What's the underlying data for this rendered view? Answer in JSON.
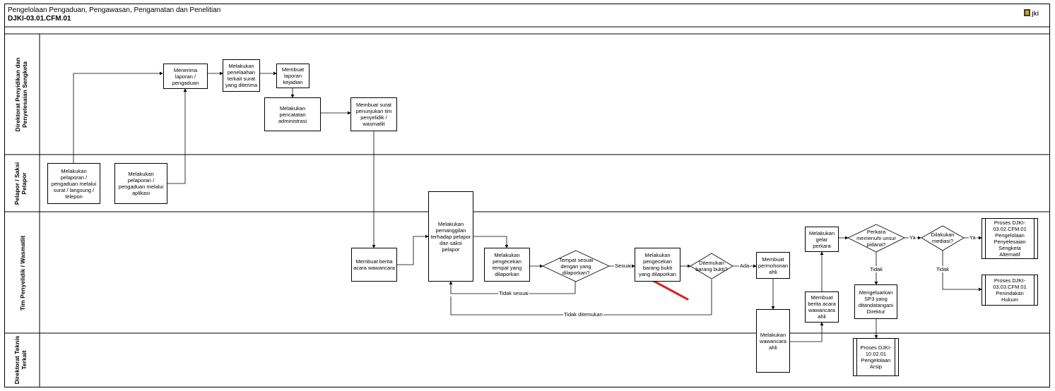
{
  "header": {
    "title": "Pengelolaan Pengaduan, Pengawasan, Pengamatan dan Penelitian",
    "code": "DJKI-03.01.CFM.01"
  },
  "lanes": [
    "Direktorat Penyidikan dan Penyelesaian Sengketa",
    "Pelapor / Saksi Pelapor",
    "Tim Penyelidik / Wasmatlit",
    "Direktorat Teknis Terkait"
  ],
  "steps": {
    "lapor_surat": "Melakukan pelaporan / pengaduan melalui surat / langsung / telepon",
    "lapor_aplikasi": "Melakukan pelaporan / pengaduan melalui aplikasi",
    "menerima": "Menerima laporan / pengaduan",
    "penelaahan": "Melakukan penelaahan terkait surat yang diterima",
    "laporan_kejadian": "Membuat laporan kejadian",
    "pencatatan": "Melakukan pencatatan administrasi",
    "surat_penunjukan": "Membuat surat penunjukan tim penyelidik / wasmatlit",
    "berita_acara": "Membuat berita acara wawancara",
    "pemanggilan": "Melakukan pemanggilan terhadap pelapor dan saksi pelapor",
    "cek_tempat": "Melakukan pengecekan tempat yang dilaporkan",
    "cek_barang": "Melakukan pengecekan barang bukti yang dilaporkan",
    "permohonan_ahli": "Membuat permohonan ahli",
    "wawancara_ahli": "Melakukan wawancara ahli",
    "berita_acara_ahli": "Membuat berita acara wawancara ahli",
    "gelar_perkara": "Melakukan gelar perkara",
    "sp3": "Mengeluarkan SP3 yang ditandatangani Direktur",
    "proses_arsip": "Proses DJKI-10.02.01 Pengelolaan Arsip",
    "proses_sengketa": "Proses DJKI-03.02.CFM.01 Pengelolaan Penyelesaian Sengketa Alternatif",
    "proses_penindakan": "Proses DJKI-03.03.CFM.01 Penindakan Hukum"
  },
  "decisions": {
    "tempat_sesuai": "Tempat sesuai dengan yang dilaporkan?",
    "ditemukan_bukti": "Ditemukan barang bukti?",
    "unsur_pidana": "Perkara memenuhi unsur pidana?",
    "mediasi": "Dilakukan mediasi?"
  },
  "edge_labels": {
    "sesuai": "Sesuai",
    "tidak_sesuai": "Tidak sesuai",
    "ada": "Ada",
    "tidak_ditemukan": "Tidak ditemukan",
    "ya1": "Ya",
    "ya2": "Ya",
    "tidak1": "Tidak",
    "tidak2": "Tidak"
  },
  "colors": {
    "line": "#000000",
    "annotation": "#e02020"
  },
  "annotation": "red-arrow-pointer"
}
